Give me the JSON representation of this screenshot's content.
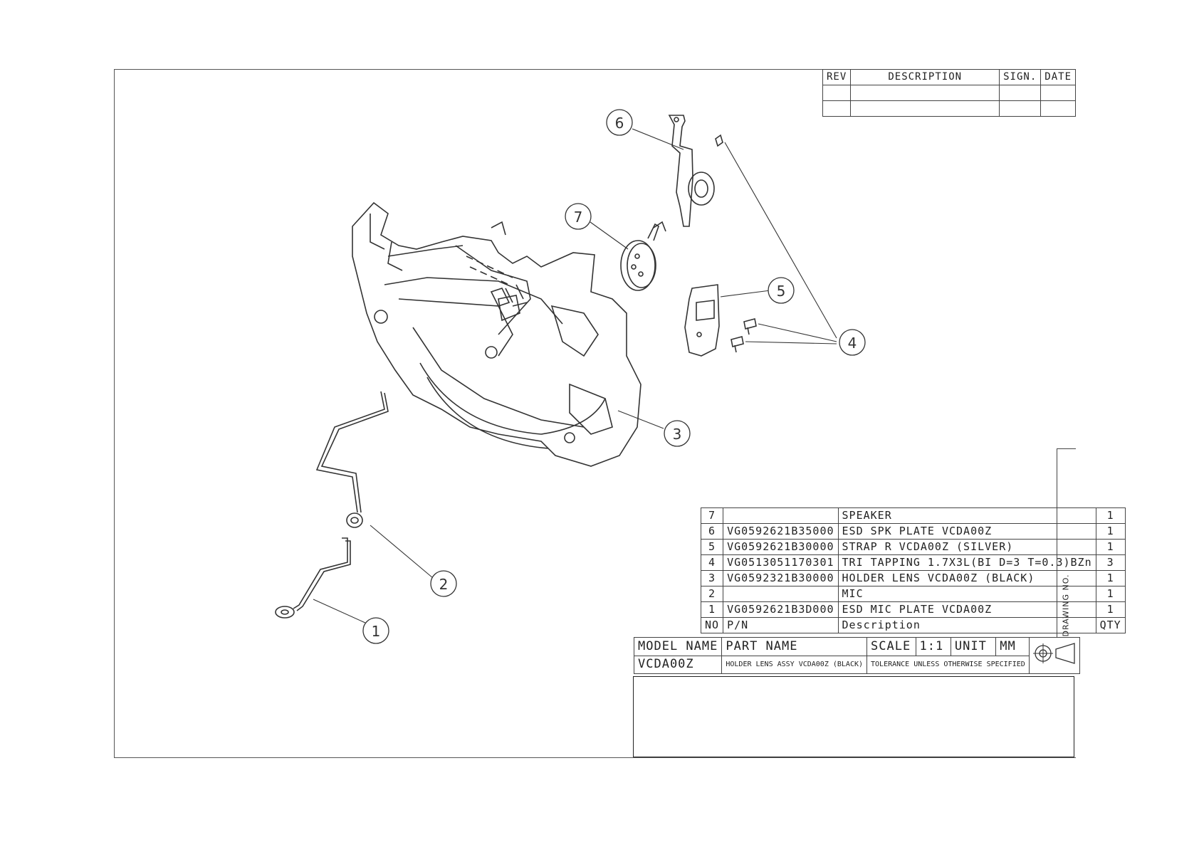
{
  "revision_block": {
    "headers": [
      "REV",
      "DESCRIPTION",
      "SIGN.",
      "DATE"
    ]
  },
  "callouts": [
    "1",
    "2",
    "3",
    "4",
    "5",
    "6",
    "7"
  ],
  "bom": {
    "rows": [
      {
        "no": "7",
        "pn": "",
        "desc": "SPEAKER",
        "qty": "1"
      },
      {
        "no": "6",
        "pn": "VG0592621B35000",
        "desc": "ESD SPK PLATE VCDA00Z",
        "qty": "1"
      },
      {
        "no": "5",
        "pn": "VG0592621B30000",
        "desc": "STRAP R VCDA00Z (SILVER)",
        "qty": "1"
      },
      {
        "no": "4",
        "pn": "VG0513051170301",
        "desc": "TRI TAPPING 1.7X3L(BI D=3 T=0.3)BZn",
        "qty": "3"
      },
      {
        "no": "3",
        "pn": "VG0592321B30000",
        "desc": "HOLDER LENS VCDA00Z (BLACK)",
        "qty": "1"
      },
      {
        "no": "2",
        "pn": "",
        "desc": "MIC",
        "qty": "1"
      },
      {
        "no": "1",
        "pn": "VG0592621B3D000",
        "desc": "ESD MIC PLATE VCDA00Z",
        "qty": "1"
      }
    ],
    "header": {
      "no": "NO",
      "pn": "P/N",
      "desc": "Description",
      "qty": "QTY"
    }
  },
  "title_block": {
    "model_name_label": "MODEL NAME",
    "model_name": "VCDA00Z",
    "part_name_label": "PART NAME",
    "part_name": "HOLDER LENS ASSY VCDA00Z (BLACK)",
    "scale_label": "SCALE",
    "scale": "1:1",
    "unit_label": "UNIT",
    "unit": "MM",
    "tolerance": "TOLERANCE UNLESS OTHERWISE SPECIFIED",
    "drawing_no_label": "DRAWING NO."
  }
}
